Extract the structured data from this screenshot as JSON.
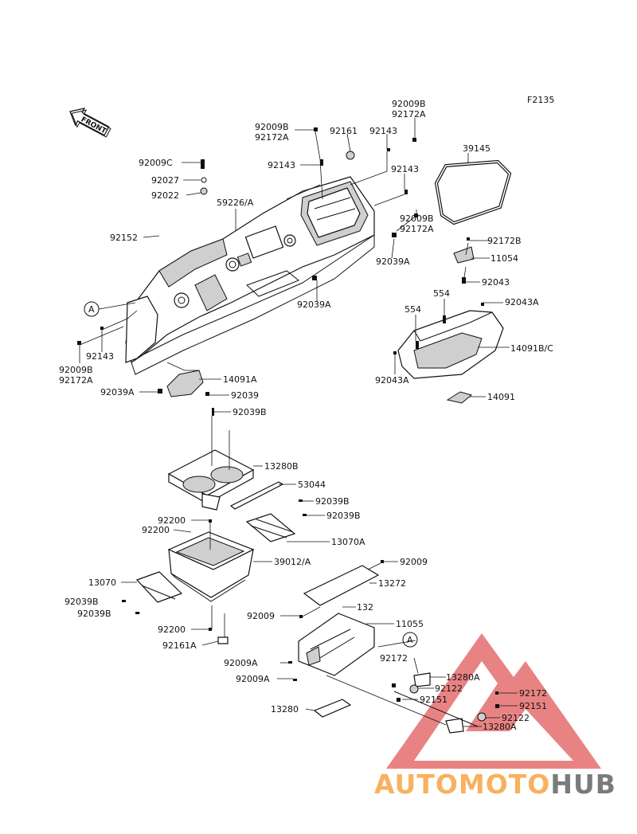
{
  "figure_code": "F2135",
  "front_label": "FRONT",
  "watermark": {
    "text_part1": "AUTOMOTO",
    "text_part2": "HUB",
    "color1": "#f7b15f",
    "color2": "#7b7b7b",
    "triangle_color": "#e56d6d"
  },
  "callout_marker": "A",
  "labels": [
    {
      "id": "l1",
      "text": "92009B"
    },
    {
      "id": "l2",
      "text": "92172A"
    },
    {
      "id": "l3",
      "text": "92009B"
    },
    {
      "id": "l4",
      "text": "92172A"
    },
    {
      "id": "l5",
      "text": "92161"
    },
    {
      "id": "l6",
      "text": "92143"
    },
    {
      "id": "l7",
      "text": "39145"
    },
    {
      "id": "l8",
      "text": "92143"
    },
    {
      "id": "l9",
      "text": "92143"
    },
    {
      "id": "l10",
      "text": "92009C"
    },
    {
      "id": "l11",
      "text": "92027"
    },
    {
      "id": "l12",
      "text": "92022"
    },
    {
      "id": "l13",
      "text": "59226/A"
    },
    {
      "id": "l14",
      "text": "92009B"
    },
    {
      "id": "l15",
      "text": "92172A"
    },
    {
      "id": "l16",
      "text": "92152"
    },
    {
      "id": "l17",
      "text": "92039A"
    },
    {
      "id": "l18",
      "text": "92172B"
    },
    {
      "id": "l19",
      "text": "11054"
    },
    {
      "id": "l20",
      "text": "92043"
    },
    {
      "id": "l21",
      "text": "92039A"
    },
    {
      "id": "l22",
      "text": "554"
    },
    {
      "id": "l23",
      "text": "92043A"
    },
    {
      "id": "l24",
      "text": "554"
    },
    {
      "id": "l25",
      "text": "92143"
    },
    {
      "id": "l26",
      "text": "14091B/C"
    },
    {
      "id": "l27",
      "text": "92009B"
    },
    {
      "id": "l28",
      "text": "92172A"
    },
    {
      "id": "l29",
      "text": "92043A"
    },
    {
      "id": "l30",
      "text": "14091A"
    },
    {
      "id": "l31",
      "text": "92039A"
    },
    {
      "id": "l32",
      "text": "92039"
    },
    {
      "id": "l33",
      "text": "14091"
    },
    {
      "id": "l34",
      "text": "92039B"
    },
    {
      "id": "l35",
      "text": "13280B"
    },
    {
      "id": "l36",
      "text": "53044"
    },
    {
      "id": "l37",
      "text": "92039B"
    },
    {
      "id": "l38",
      "text": "92200"
    },
    {
      "id": "l39",
      "text": "92039B"
    },
    {
      "id": "l40",
      "text": "92200"
    },
    {
      "id": "l41",
      "text": "13070A"
    },
    {
      "id": "l42",
      "text": "39012/A"
    },
    {
      "id": "l43",
      "text": "92009"
    },
    {
      "id": "l44",
      "text": "13070"
    },
    {
      "id": "l45",
      "text": "13272"
    },
    {
      "id": "l46",
      "text": "92039B"
    },
    {
      "id": "l47",
      "text": "92039B"
    },
    {
      "id": "l48",
      "text": "132"
    },
    {
      "id": "l49",
      "text": "92009"
    },
    {
      "id": "l50",
      "text": "11055"
    },
    {
      "id": "l51",
      "text": "92200"
    },
    {
      "id": "l52",
      "text": "92161A"
    },
    {
      "id": "l53",
      "text": "92172"
    },
    {
      "id": "l54",
      "text": "92009A"
    },
    {
      "id": "l55",
      "text": "13280A"
    },
    {
      "id": "l56",
      "text": "92009A"
    },
    {
      "id": "l57",
      "text": "92122"
    },
    {
      "id": "l58",
      "text": "92151"
    },
    {
      "id": "l59",
      "text": "92172"
    },
    {
      "id": "l60",
      "text": "13280"
    },
    {
      "id": "l61",
      "text": "92151"
    },
    {
      "id": "l62",
      "text": "92122"
    },
    {
      "id": "l63",
      "text": "13280A"
    }
  ]
}
